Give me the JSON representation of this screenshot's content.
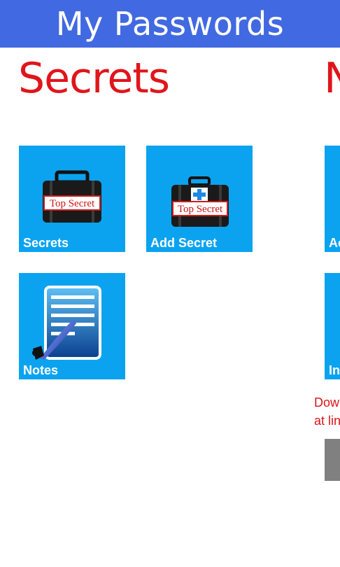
{
  "app": {
    "title": "My Passwords"
  },
  "section": {
    "title": "Secrets",
    "next_title_partial": "N"
  },
  "tiles": [
    {
      "label": "Secrets",
      "icon": "briefcase-top-secret-icon"
    },
    {
      "label": "Add Secret",
      "icon": "briefcase-add-icon"
    },
    {
      "label": "Notes",
      "icon": "notes-quill-icon"
    }
  ],
  "badge": {
    "text": "Top Secret"
  },
  "peek": {
    "tile1_label": "Ac",
    "tile2_label": "In",
    "text_line1": "Dow",
    "text_line2": "at lin"
  },
  "colors": {
    "titlebar": "#4169e1",
    "accent_red": "#e0151b",
    "tile_blue": "#0ba3f0"
  }
}
